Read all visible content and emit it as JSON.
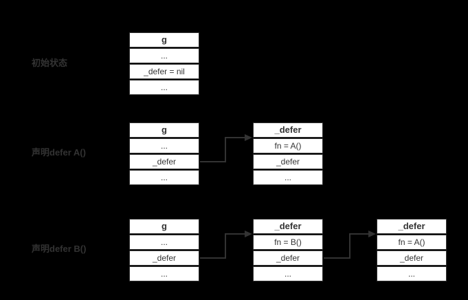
{
  "diagram": {
    "colors": {
      "background": "#000000",
      "box_fill": "#ffffff",
      "border": "#333333",
      "text": "#333333",
      "arrow": "#333333",
      "label_text": "#333333"
    },
    "rows": [
      {
        "label": "初始状态",
        "boxes": [
          {
            "title": "g",
            "cells": [
              "...",
              "_defer = nil",
              "..."
            ]
          }
        ]
      },
      {
        "label": "声明defer A()",
        "boxes": [
          {
            "title": "g",
            "cells": [
              "...",
              "_defer",
              "..."
            ]
          },
          {
            "title": "_defer",
            "cells": [
              "fn = A()",
              "_defer",
              "..."
            ]
          }
        ]
      },
      {
        "label": "声明defer B()",
        "boxes": [
          {
            "title": "g",
            "cells": [
              "...",
              "_defer",
              "..."
            ]
          },
          {
            "title": "_defer",
            "cells": [
              "fn = B()",
              "_defer",
              "..."
            ]
          },
          {
            "title": "_defer",
            "cells": [
              "fn = A()",
              "_defer",
              "..."
            ]
          }
        ]
      }
    ]
  }
}
